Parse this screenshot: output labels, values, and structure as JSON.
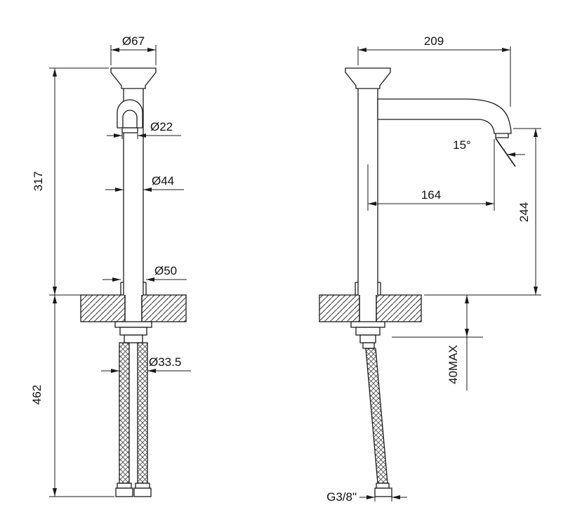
{
  "page": {
    "background": "#ffffff",
    "line_color": "#1a1a1a"
  },
  "front_view": {
    "name": "faucet front view",
    "dimensions": {
      "cap_diameter": "Ø67",
      "aerator_diameter": "Ø22",
      "body_diameter": "Ø44",
      "base_diameter": "Ø50",
      "hose_bundle_diameter": "Ø33.5",
      "height_above_counter": "317",
      "length_below_counter": "462"
    }
  },
  "side_view": {
    "name": "faucet side view",
    "dimensions": {
      "overall_depth": "209",
      "spray_angle": "15°",
      "spout_reach": "164",
      "outlet_height": "244",
      "max_counter_thickness": "40MAX",
      "supply_connection": "G3/8\""
    }
  }
}
